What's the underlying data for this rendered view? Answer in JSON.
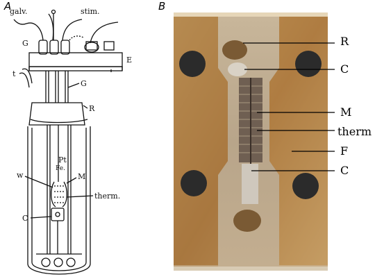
{
  "panels": {
    "a": {
      "letter": "A",
      "labels": {
        "galv": "galv.",
        "stim": "stim.",
        "g1": "G",
        "g2": "G",
        "e": "E",
        "t": "t",
        "r": "R",
        "pt": "Pt",
        "fe": "Fe.",
        "w": "w",
        "m": "M",
        "therm": "therm.",
        "c": "C"
      }
    },
    "b": {
      "letter": "B",
      "labels": {
        "r": "R",
        "c1": "C",
        "m": "M",
        "therm": "therm",
        "f": "F",
        "c2": "C"
      }
    }
  }
}
